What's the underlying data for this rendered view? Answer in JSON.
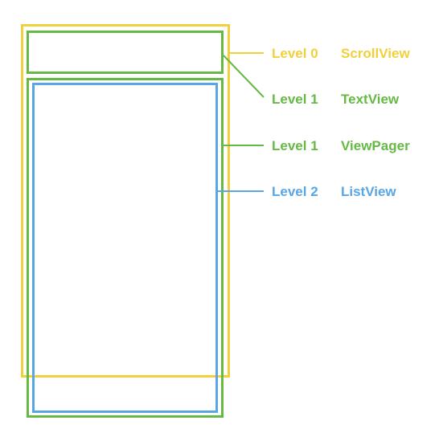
{
  "colors": {
    "level0": "#f2d03b",
    "level1": "#66b944",
    "level2": "#58a6e6",
    "background": "#ffffff"
  },
  "legend": [
    {
      "level": "Level 0",
      "view": "ScrollView"
    },
    {
      "level": "Level 1",
      "view": "TextView"
    },
    {
      "level": "Level 1",
      "view": "ViewPager"
    },
    {
      "level": "Level 2",
      "view": "ListView"
    }
  ]
}
